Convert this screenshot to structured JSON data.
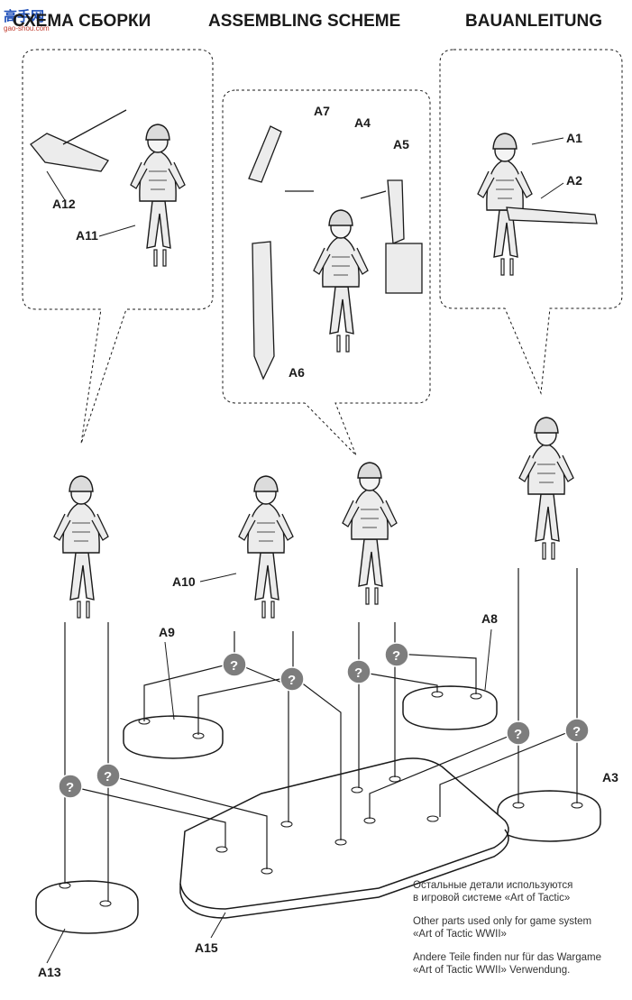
{
  "header": {
    "watermark_main": "高手网",
    "watermark_sub": "gao-shou.com",
    "title_ru": "СХЕМА СБОРКИ",
    "title_en": "ASSEMBLING SCHEME",
    "title_de": "BAUANLEITUNG"
  },
  "labels": {
    "a1": "A1",
    "a2": "A2",
    "a3": "A3",
    "a4": "A4",
    "a5": "A5",
    "a6": "A6",
    "a7": "A7",
    "a8": "A8",
    "a9": "A9",
    "a10": "A10",
    "a11": "A11",
    "a12": "A12",
    "a13": "A13",
    "a15": "A15"
  },
  "markers": {
    "question": "?"
  },
  "notes": {
    "ru_line1": "Остальные детали используются",
    "ru_line2": "в игровой системе «Art of Tactic»",
    "en_line1": "Other parts used only for game system",
    "en_line2": "«Art of Tactic WWII»",
    "de_line1": "Andere Teile finden nur für das Wargame",
    "de_line2": "«Art of Tactic WWII» Verwendung."
  },
  "colors": {
    "line": "#1a1a1a",
    "figure_fill": "#ececec",
    "marker_fill": "#7d7d7d",
    "watermark_blue": "#1f4fb8",
    "watermark_red": "#c0392b"
  }
}
